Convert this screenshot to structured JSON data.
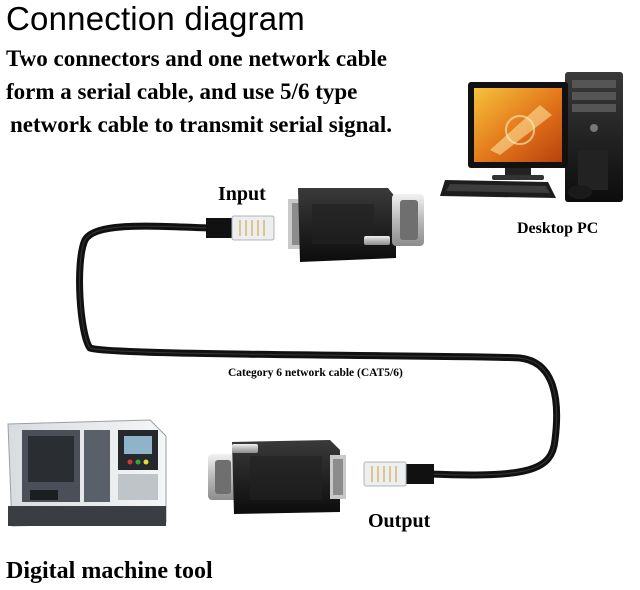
{
  "title": "Connection diagram",
  "description": [
    "Two connectors and one network cable",
    "form a serial cable, and use 5/6 type",
    "network cable to transmit serial signal."
  ],
  "labels": {
    "input": "Input",
    "desktop_pc": "Desktop PC",
    "cable": "Category 6 network cable (CAT5/6)",
    "output": "Output",
    "machine_tool": "Digital machine tool"
  },
  "icons": [
    "desktop-pc-icon",
    "db9-rj45-adapter-icon",
    "rj45-plug-icon",
    "cnc-machine-icon"
  ]
}
